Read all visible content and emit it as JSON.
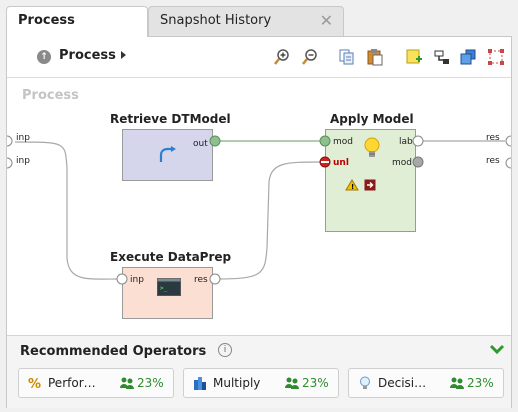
{
  "tabs": [
    {
      "label": "Process",
      "active": true
    },
    {
      "label": "Snapshot History",
      "active": false,
      "close": "✕"
    }
  ],
  "breadcrumb": {
    "label": "Process",
    "icon": "process-icon"
  },
  "toolbar": {
    "icons": [
      "zoom-in-icon",
      "zoom-out-icon",
      "copy-icon",
      "paste-icon",
      "add-note-icon",
      "auto-wire-icon",
      "layers-icon",
      "arrange-icon"
    ]
  },
  "canvas": {
    "label": "Process",
    "left_ports": [
      "inp",
      "inp"
    ],
    "right_ports": [
      "res",
      "res"
    ],
    "operators": [
      {
        "name": "Retrieve DTModel",
        "ports_out": [
          "out"
        ],
        "color": "#d5d5ec"
      },
      {
        "name": "Execute DataPrep",
        "ports_in": [
          "inp"
        ],
        "ports_out": [
          "res"
        ],
        "color": "#fadfd2"
      },
      {
        "name": "Apply Model",
        "ports_in": [
          "mod",
          "unl"
        ],
        "ports_out": [
          "lab",
          "mod"
        ],
        "color": "#dfeed4"
      }
    ]
  },
  "recommended": {
    "title": "Recommended Operators",
    "items": [
      {
        "label": "Perfor…",
        "percent": "23%",
        "icon": "performance-icon"
      },
      {
        "label": "Multiply",
        "percent": "23%",
        "icon": "multiply-icon"
      },
      {
        "label": "Decisi…",
        "percent": "23%",
        "icon": "decision-tree-icon"
      }
    ]
  },
  "colors": {
    "connection": "#a8a8a8",
    "accent_green": "#2e8b2e",
    "warning": "#e8a000"
  }
}
